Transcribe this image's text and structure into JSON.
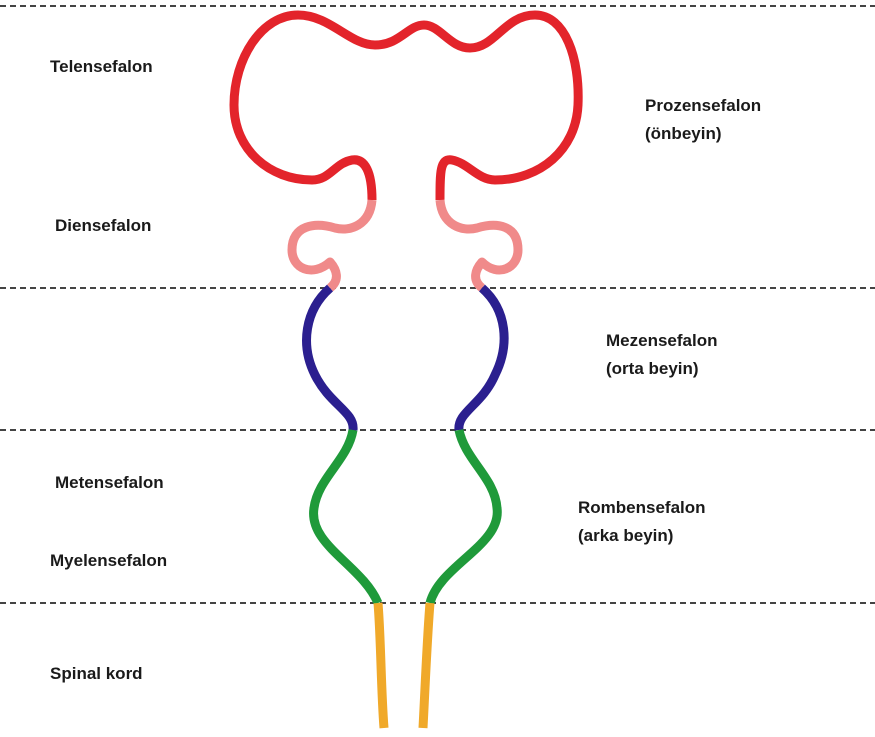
{
  "labels": {
    "left": {
      "telencephalon": "Telensefalon",
      "diencephalon": "Diensefalon",
      "metencephalon": "Metensefalon",
      "myelencephalon": "Myelensefalon",
      "spinal_cord": "Spinal kord"
    },
    "right": {
      "prosencephalon": [
        "Prozensefalon",
        "(önbeyin)"
      ],
      "mesencephalon": [
        "Mezensefalon",
        "(orta beyin)"
      ],
      "rhombencephalon": [
        "Rombensefalon",
        "(arka beyin)"
      ]
    }
  },
  "colors": {
    "telencephalon": "#e3242b",
    "diencephalon": "#f08a8a",
    "mesencephalon": "#2b1f8f",
    "rhombencephalon": "#1f9a3a",
    "spinal_cord": "#f0a92a",
    "divider": "#444444"
  }
}
